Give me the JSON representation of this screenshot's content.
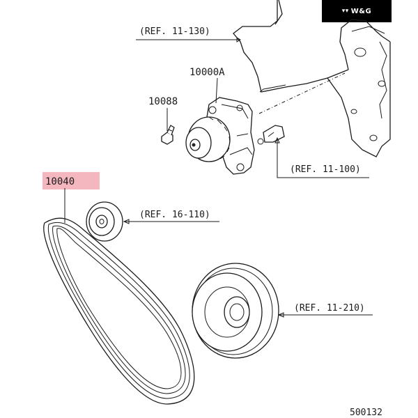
{
  "logo": {
    "mark": "▾▾",
    "text": "W&G"
  },
  "labels": {
    "ref_11_130": "(REF. 11-130)",
    "part_10000A": "10000A",
    "part_10088": "10088",
    "ref_11_100": "(REF. 11-100)",
    "part_10040": "10040",
    "ref_16_110": "(REF. 16-110)",
    "ref_11_210": "(REF. 11-210)",
    "diagram_no": "500132"
  },
  "highlight_color": "#f4b6bf"
}
